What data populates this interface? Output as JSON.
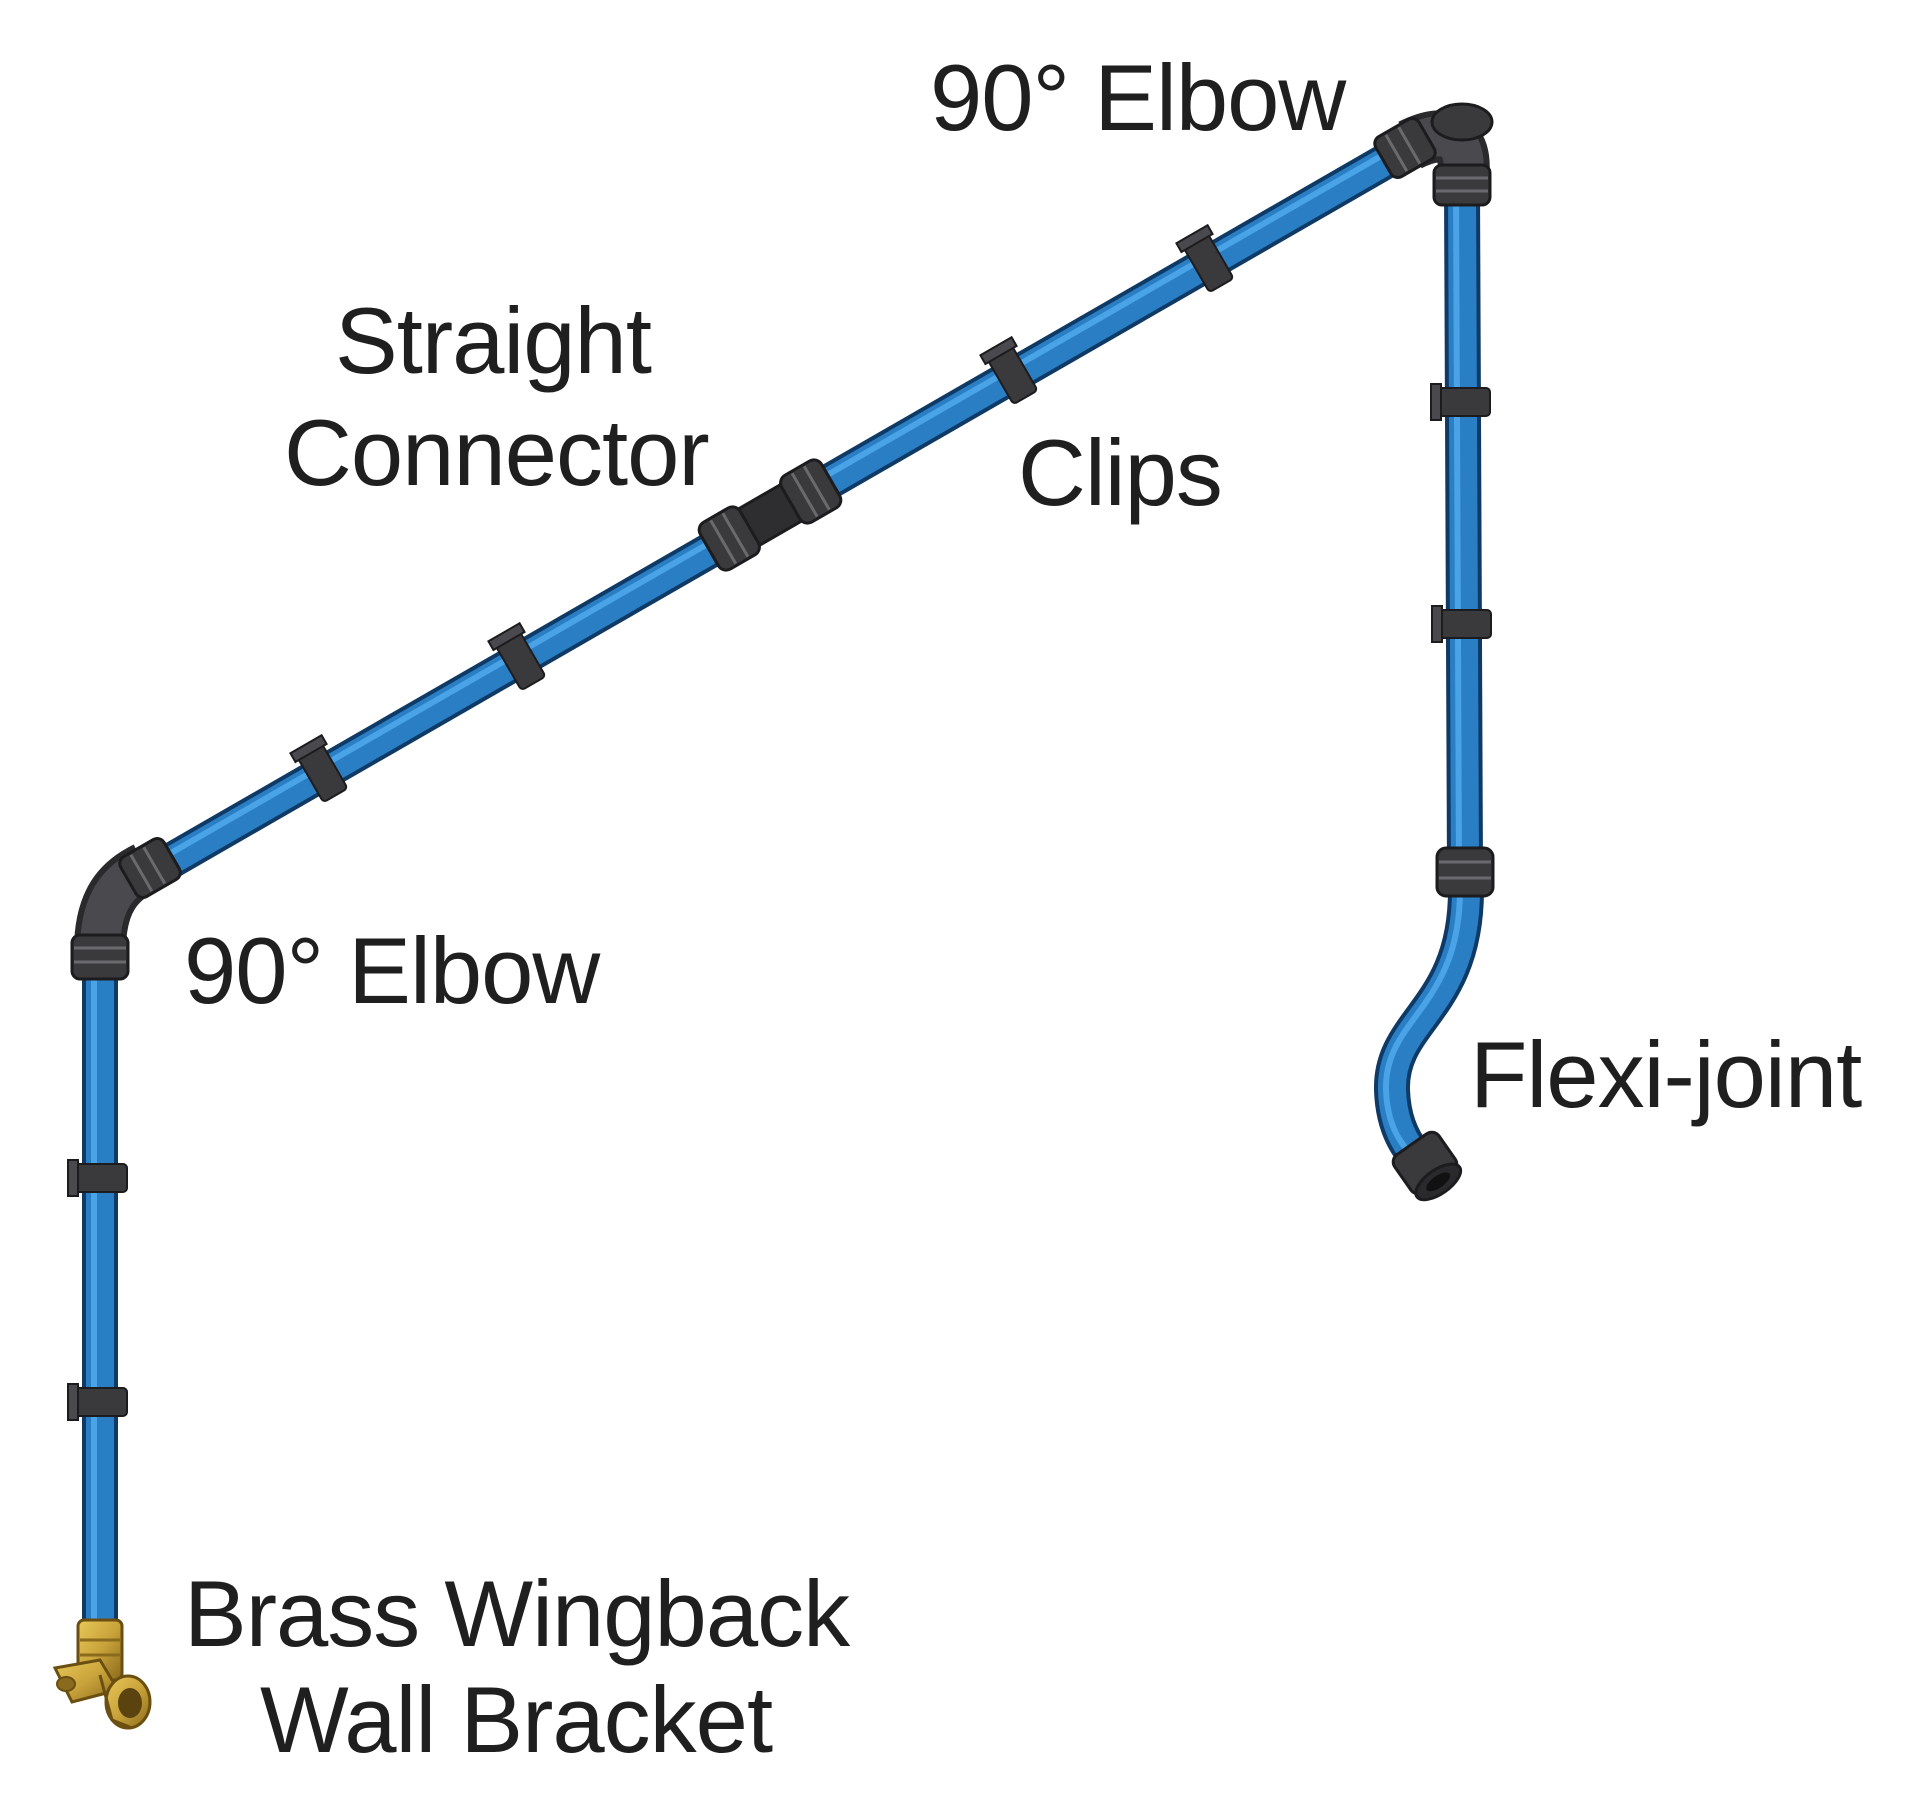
{
  "labels": {
    "elbow_top": "90° Elbow",
    "straight_connector_line1": "Straight",
    "straight_connector_line2": "Connector",
    "clips": "Clips",
    "elbow_left": "90° Elbow",
    "flexi_joint": "Flexi-joint",
    "wall_bracket_line1": "Brass Wingback",
    "wall_bracket_line2": "Wall Bracket"
  },
  "colors": {
    "pipe": "#2a7ec4",
    "pipe_highlight": "#4aa3e6",
    "pipe_outline": "#0f3a66",
    "fitting": "#3a3a3c",
    "fitting_highlight": "#6a6a6e",
    "brass": "#c9a33b",
    "brass_dark": "#8a6a1c",
    "text": "#1f1f1f"
  }
}
